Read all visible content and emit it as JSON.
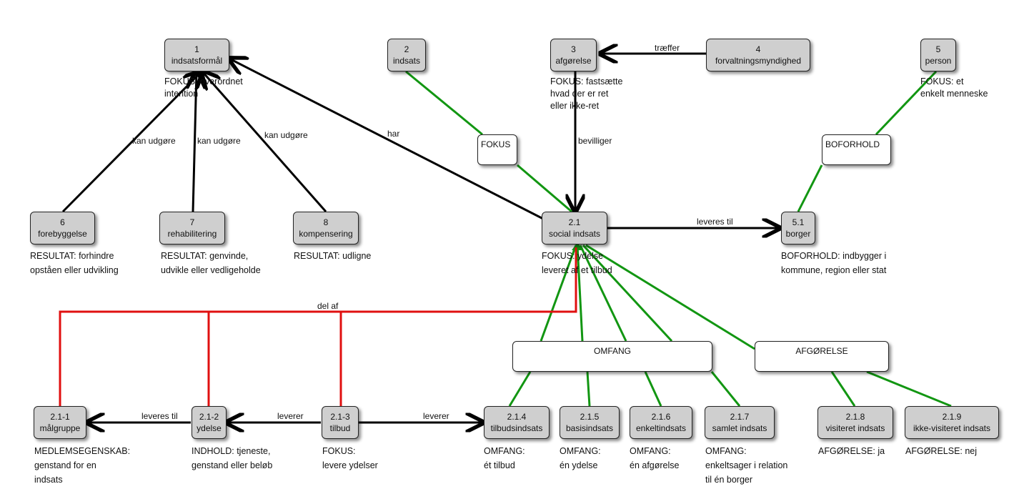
{
  "nodes": {
    "n1": {
      "id": "1",
      "label": "indsatsformål"
    },
    "n2": {
      "id": "2",
      "label": "indsats"
    },
    "n3": {
      "id": "3",
      "label": "afgørelse"
    },
    "n4": {
      "id": "4",
      "label": "forvaltningsmyndighed"
    },
    "n5": {
      "id": "5",
      "label": "person"
    },
    "n6": {
      "id": "6",
      "label": "forebyggelse"
    },
    "n7": {
      "id": "7",
      "label": "rehabilitering"
    },
    "n8": {
      "id": "8",
      "label": "kompensering"
    },
    "n21": {
      "id": "2.1",
      "label": "social indsats"
    },
    "n51": {
      "id": "5.1",
      "label": "borger"
    },
    "n211": {
      "id": "2.1-1",
      "label": "målgruppe"
    },
    "n212": {
      "id": "2.1-2",
      "label": "ydelse"
    },
    "n213": {
      "id": "2.1-3",
      "label": "tilbud"
    },
    "n214": {
      "id": "2.1.4",
      "label": "tilbudsindsats"
    },
    "n215": {
      "id": "2.1.5",
      "label": "basisindsats"
    },
    "n216": {
      "id": "2.1.6",
      "label": "enkeltindsats"
    },
    "n217": {
      "id": "2.1.7",
      "label": "samlet indsats"
    },
    "n218": {
      "id": "2.1.8",
      "label": "visiteret indsats"
    },
    "n219": {
      "id": "2.1.9",
      "label": "ikke-visiteret indsats"
    }
  },
  "categories": {
    "fokus": "FOKUS",
    "boforhold": "BOFORHOLD",
    "omfang": "OMFANG",
    "afgorelse": "AFGØRELSE"
  },
  "notes": {
    "n1": [
      "FOKUS: overordnet",
      "intention"
    ],
    "n3": [
      "FOKUS: fastsætte",
      "hvad der er ret",
      "eller ikke-ret"
    ],
    "n5": [
      "FOKUS: et",
      "enkelt menneske"
    ],
    "n6": [
      "RESULTAT: forhindre",
      "opståen eller udvikling"
    ],
    "n7": [
      "RESULTAT: genvinde,",
      "udvikle eller vedligeholde"
    ],
    "n8": [
      "RESULTAT: udligne"
    ],
    "n21": [
      "FOKUS: ydelse",
      "leveret af et tilbud"
    ],
    "n51": [
      "BOFORHOLD: indbygger i",
      "kommune, region eller stat"
    ],
    "n211": [
      "MEDLEMSEGENSKAB:",
      "genstand for en",
      "indsats"
    ],
    "n212": [
      "INDHOLD: tjeneste,",
      "genstand eller beløb"
    ],
    "n213": [
      "FOKUS:",
      "levere ydelser"
    ],
    "n214": [
      "OMFANG:",
      "ét tilbud"
    ],
    "n215": [
      "OMFANG:",
      "én ydelse"
    ],
    "n216": [
      "OMFANG:",
      "én afgørelse"
    ],
    "n217": [
      "OMFANG:",
      "enkeltsager i relation",
      "til én borger"
    ],
    "n218": [
      "AFGØRELSE: ja"
    ],
    "n219": [
      "AFGØRELSE: nej"
    ]
  },
  "edge_labels": {
    "traeffer": "træffer",
    "bevilliger": "bevilliger",
    "har": "har",
    "kan_udgore_6": "kan udgøre",
    "kan_udgore_7": "kan udgøre",
    "kan_udgore_8": "kan udgøre",
    "leveres_til_borger": "leveres til",
    "del_af": "del af",
    "leveres_til_malgruppe": "leveres til",
    "leverer_ydelse": "leverer",
    "leverer_tilbudsindsats": "leverer"
  },
  "colors": {
    "association": "#000000",
    "specialization": "#129612",
    "aggregation": "#e01010",
    "node_fill": "#cfcfcf"
  }
}
